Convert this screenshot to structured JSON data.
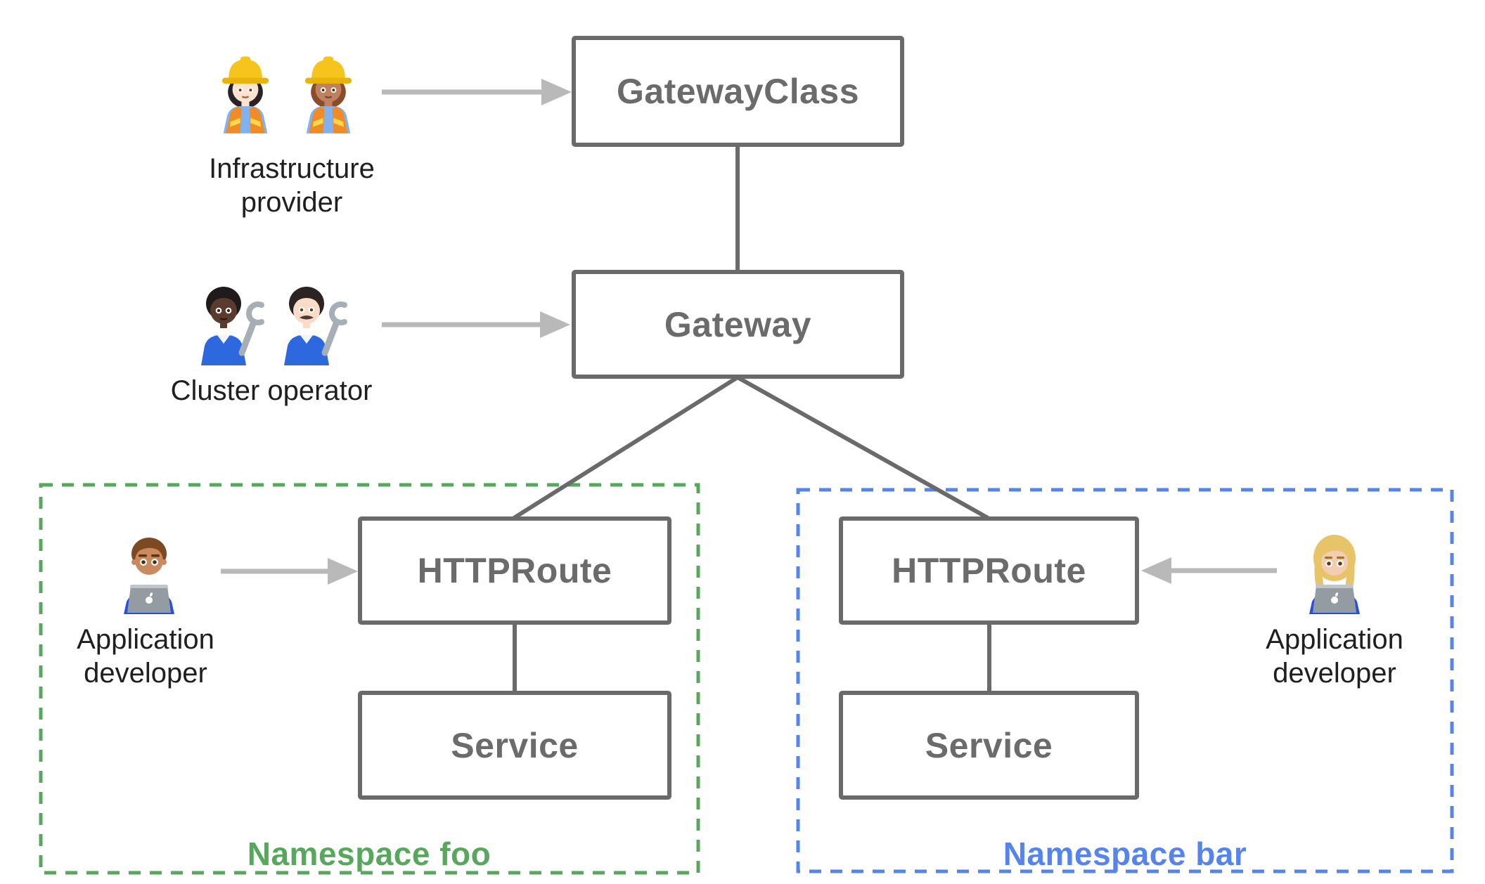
{
  "diagram": {
    "nodes": {
      "gateway_class": {
        "label": "GatewayClass"
      },
      "gateway": {
        "label": "Gateway"
      },
      "httproute_foo": {
        "label": "HTTPRoute"
      },
      "service_foo": {
        "label": "Service"
      },
      "httproute_bar": {
        "label": "HTTPRoute"
      },
      "service_bar": {
        "label": "Service"
      }
    },
    "personas": {
      "infrastructure_provider": {
        "label": "Infrastructure provider",
        "icons": [
          "woman-construction-worker-light-icon",
          "woman-construction-worker-medium-icon"
        ]
      },
      "cluster_operator": {
        "label": "Cluster operator",
        "icons": [
          "person-mechanic-dark-icon",
          "man-mechanic-light-icon"
        ]
      },
      "application_developer_foo": {
        "label": "Application developer",
        "icons": [
          "man-technologist-icon"
        ]
      },
      "application_developer_bar": {
        "label": "Application developer",
        "icons": [
          "woman-technologist-icon"
        ]
      }
    },
    "namespaces": {
      "foo": {
        "label": "Namespace foo",
        "accent_color": "#57a85c"
      },
      "bar": {
        "label": "Namespace bar",
        "accent_color": "#5584ec"
      }
    },
    "colors": {
      "background": "#ffffff",
      "node_border": "#6a6a6a",
      "node_label": "#6b6b6b",
      "connector": "#6a6a6a",
      "actor_arrow": "#b9b9b9",
      "persona_label": "#1f1f1f"
    }
  }
}
